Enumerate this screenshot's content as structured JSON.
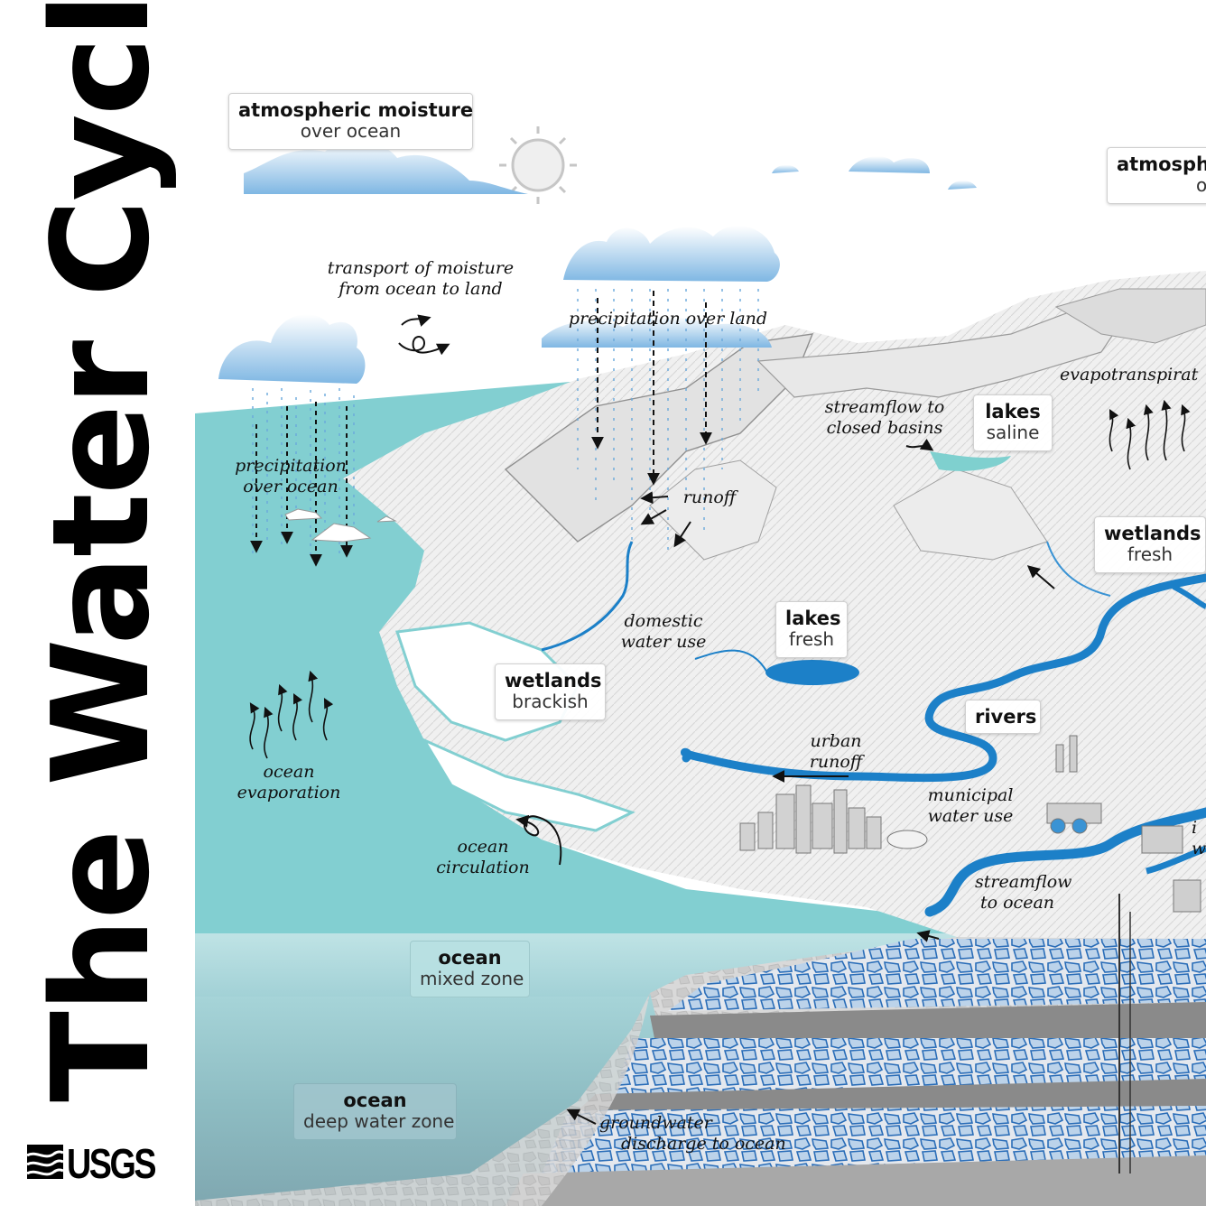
{
  "title": "The Water Cycle",
  "logo_text": "USGS",
  "colors": {
    "ocean": "#82cfd1",
    "ocean_mixed": "#a9d9dc",
    "ocean_deep": "#8fb8be",
    "river": "#1c80c8",
    "land": "#eeeeee",
    "ground": "#b7b7b7",
    "aquifer": "#2a6db8",
    "cloud": "#8cc0e6",
    "sun": "#c9c9c9"
  },
  "boxes": {
    "atm_ocean": {
      "bold": "atmospheric moisture",
      "sub": "over ocean"
    },
    "atm_land": {
      "bold": "atmosph",
      "sub": "ov"
    },
    "lakes_saline": {
      "bold": "lakes",
      "sub": "saline"
    },
    "wetlands_fresh": {
      "bold": "wetlands",
      "sub": "fresh"
    },
    "lakes_fresh": {
      "bold": "lakes",
      "sub": "fresh"
    },
    "wetlands_brackish": {
      "bold": "wetlands",
      "sub": "brackish"
    },
    "rivers": {
      "bold": "rivers"
    },
    "ocean_mixed": {
      "bold": "ocean",
      "sub": "mixed zone"
    },
    "ocean_deep": {
      "bold": "ocean",
      "sub": "deep water zone"
    }
  },
  "labels": {
    "transport_1": "transport of moisture",
    "transport_2": "from ocean to land",
    "precip_land": "precipitation over land",
    "precip_ocean_1": "precipitation",
    "precip_ocean_2": "over ocean",
    "streamflow_closed_1": "streamflow to",
    "streamflow_closed_2": "closed basins",
    "evapotransp": "evapotranspirat",
    "runoff": "runoff",
    "domestic_1": "domestic",
    "domestic_2": "water use",
    "ocean_evap_1": "ocean",
    "ocean_evap_2": "evaporation",
    "urban_1": "urban",
    "urban_2": "runoff",
    "municipal_1": "municipal",
    "municipal_2": "water use",
    "ind_1": "i",
    "ind_2": "w",
    "ocean_circ_1": "ocean",
    "ocean_circ_2": "circulation",
    "stream_ocean_1": "streamflow",
    "stream_ocean_2": "to ocean",
    "gw_1": "groundwater",
    "gw_2": "discharge to ocean"
  }
}
